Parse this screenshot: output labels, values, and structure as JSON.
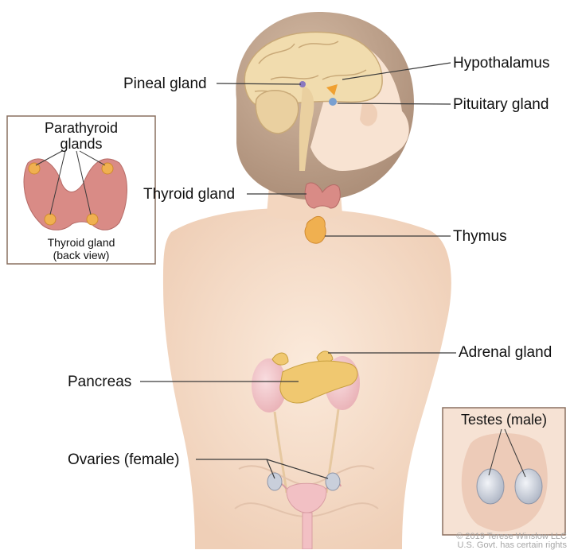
{
  "labels": {
    "hypothalamus": "Hypothalamus",
    "pineal_gland": "Pineal gland",
    "pituitary_gland": "Pituitary gland",
    "thyroid_gland": "Thyroid gland",
    "thymus": "Thymus",
    "adrenal_gland": "Adrenal gland",
    "pancreas": "Pancreas",
    "ovaries": "Ovaries (female)"
  },
  "parathyroid_inset": {
    "title_line1": "Parathyroid",
    "title_line2": "glands",
    "caption_line1": "Thyroid gland",
    "caption_line2": "(back view)"
  },
  "testes_inset": {
    "title": "Testes (male)"
  },
  "credit": {
    "line1": "© 2019 Terese Winslow LLC",
    "line2": "U.S. Govt. has certain rights"
  },
  "colors": {
    "skin": "#f5dcc6",
    "hair": "#b89a82",
    "brain": "#f1dcae",
    "thyroid": "#d98b86",
    "gland_orange": "#f0b050",
    "pancreas": "#f0c870",
    "kidney": "#f2c6c9",
    "inset_border": "#8a7060"
  }
}
